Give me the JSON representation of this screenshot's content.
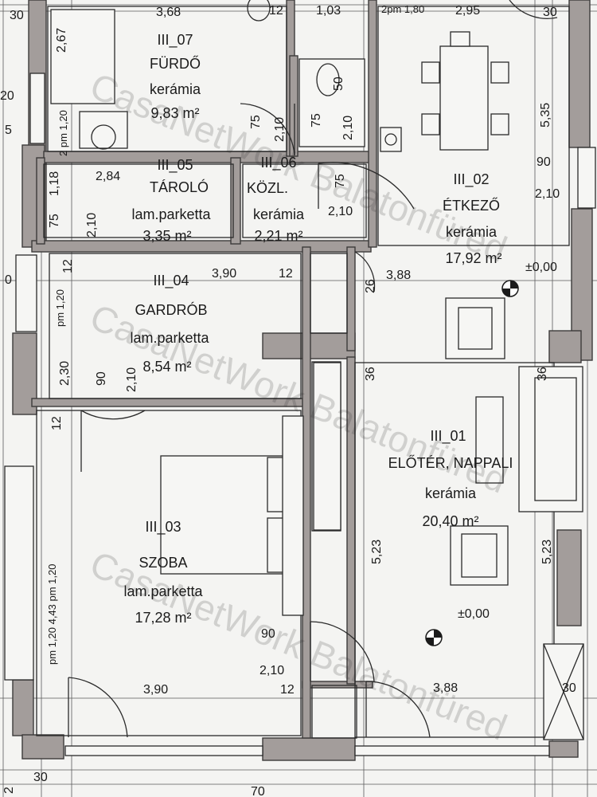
{
  "rooms": {
    "furdo": {
      "code": "III_07",
      "name": "FÜRDŐ",
      "floor": "kerámia",
      "area": "9,83 m²"
    },
    "tarolo": {
      "code": "III_05",
      "name": "TÁROLÓ",
      "floor": "lam.parketta",
      "area": "3,35 m²"
    },
    "kozl": {
      "code": "III_06",
      "name": "KÖZL.",
      "floor": "kerámia",
      "area": "2,21 m²"
    },
    "etkezo": {
      "code": "III_02",
      "name": "ÉTKEZŐ",
      "floor": "kerámia",
      "area": "17,92 m²"
    },
    "gardrob": {
      "code": "III_04",
      "name": "GARDRÓB",
      "floor": "lam.parketta",
      "area": "8,54 m²"
    },
    "szoba": {
      "code": "III_03",
      "name": "SZOBA",
      "floor": "lam.parketta",
      "area": "17,28 m²"
    },
    "eloter": {
      "code": "III_01",
      "name": "ELŐTÉR, NAPPALI",
      "floor": "kerámia",
      "area": "20,40 m²"
    }
  },
  "dimensions": {
    "d30": "30",
    "d368": "3,68",
    "d12": "12",
    "d103": "1,03",
    "d2pm180": "2pm 1,80",
    "d295": "2,95",
    "d267": "2,67",
    "d20": "20",
    "d2pm120": "2 pm 1,20",
    "d75": "75",
    "d210": "2,10",
    "d50": "50",
    "d535": "5,35",
    "d90": "90",
    "d118": "1,18",
    "d284": "2,84",
    "d390": "3,90",
    "d388": "3,88",
    "d26": "26",
    "d000": "±0,00",
    "d0": "0",
    "dpm120": "pm 1,20",
    "d230": "2,30",
    "d36": "36",
    "d523": "5,23",
    "d443": "pm 1,20  4,43  pm 1,20",
    "d5": "5",
    "d2": "2",
    "d70": "70"
  },
  "watermark": "CasaNetWork Balatonfüred"
}
